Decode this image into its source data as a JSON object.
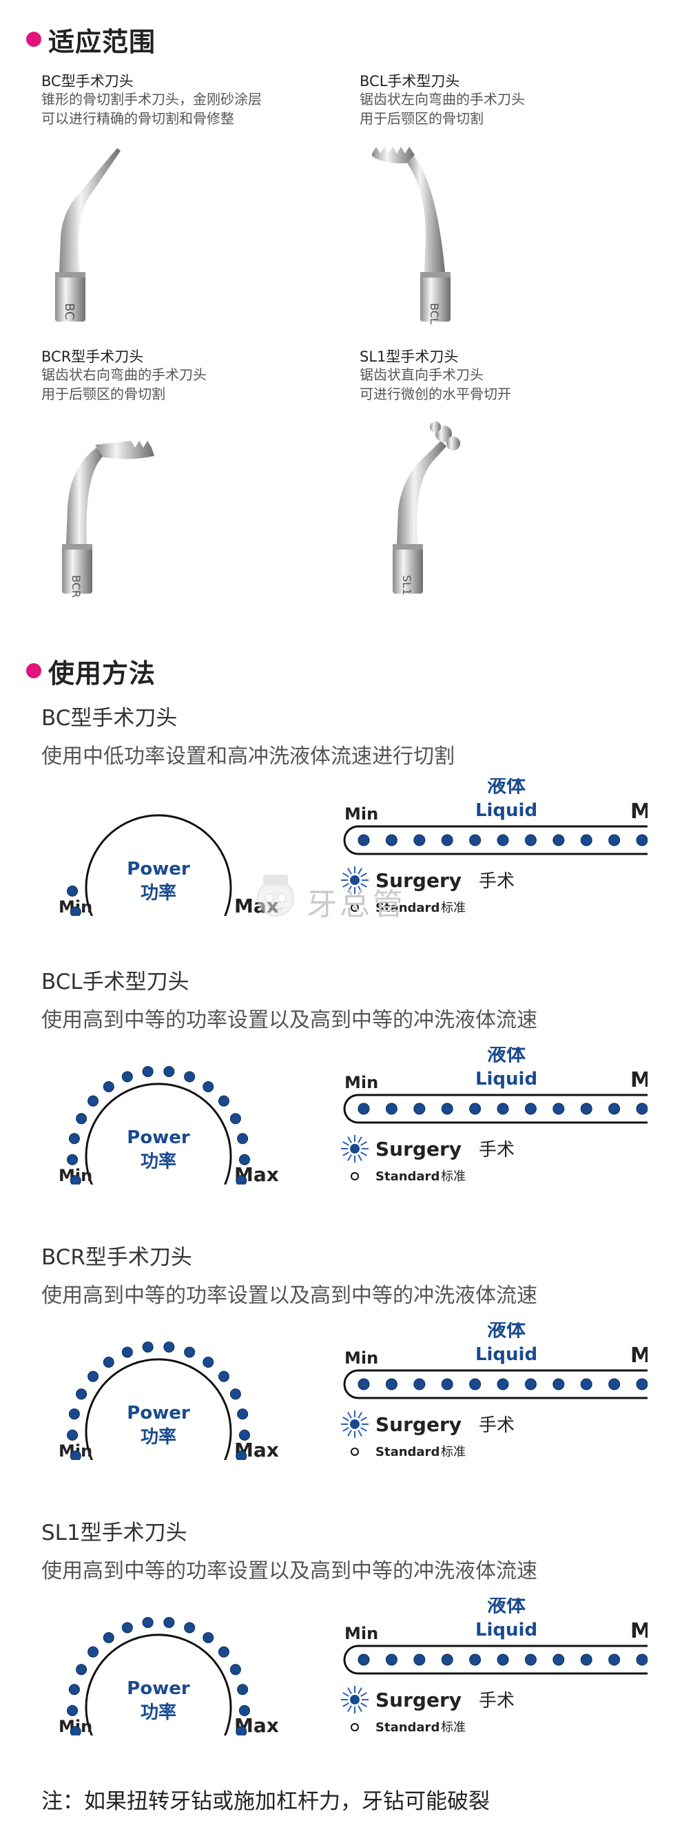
{
  "scope": {
    "title": "适应范围",
    "tips": [
      {
        "name": "BC型手术刀头",
        "desc": "锥形的骨切割手术刀头，金刚砂涂层\n可以进行精确的骨切割和骨修整",
        "engraving": "BC"
      },
      {
        "name": "BCL手术型刀头",
        "desc": "锯齿状左向弯曲的手术刀头\n用于后颚区的骨切割",
        "engraving": "BCL"
      },
      {
        "name": "BCR型手术刀头",
        "desc": "锯齿状右向弯曲的手术刀头\n用于后颚区的骨切割",
        "engraving": "BCR"
      },
      {
        "name": "SL1型手术刀头",
        "desc": "锯齿状直向手术刀头\n可进行微创的水平骨切开",
        "engraving": "SL1"
      }
    ]
  },
  "usage": {
    "title": "使用方法",
    "items": [
      {
        "name": "BC型手术刀头",
        "desc": "使用中低功率设置和高冲洗液体流速进行切割",
        "power_dots": 3
      },
      {
        "name": "BCL手术型刀头",
        "desc": "使用高到中等的功率设置以及高到中等的冲洗液体流速",
        "power_dots": 18
      },
      {
        "name": "BCR型手术刀头",
        "desc": "使用高到中等的功率设置以及高到中等的冲洗液体流速",
        "power_dots": 18
      },
      {
        "name": "SL1型手术刀头",
        "desc": "使用高到中等的功率设置以及高到中等的冲洗液体流速",
        "power_dots": 18
      }
    ]
  },
  "panel_labels": {
    "power_en": "Power",
    "power_cn": "功率",
    "min": "Min",
    "max": "Max",
    "liquid_cn": "液体",
    "liquid_en": "Liquid",
    "surgery_en": "Surgery",
    "surgery_cn": "手术",
    "standard_en": "Standard",
    "standard_cn": "标准",
    "liquid_dots": 11
  },
  "watermark": "牙总管",
  "note": "注：如果扭转牙钻或施加杠杆力，牙钻可能破裂",
  "colors": {
    "accent": "#e2137a",
    "blue": "#1a4a8e",
    "dark": "#222222"
  }
}
